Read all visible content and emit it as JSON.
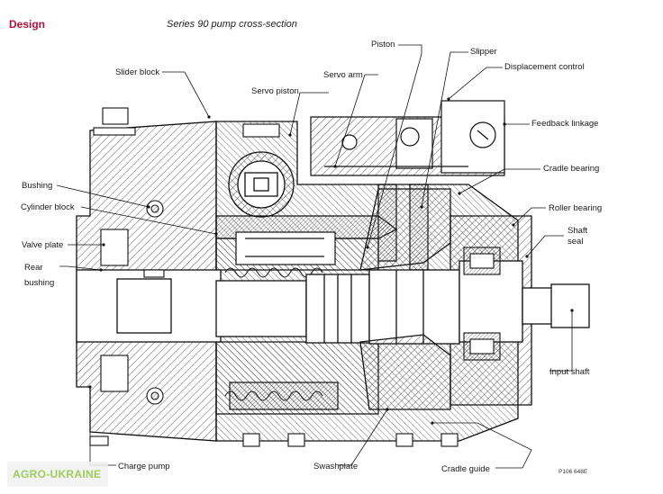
{
  "header": {
    "section": "Design",
    "caption": "Series 90 pump cross-section"
  },
  "labels": {
    "piston": "Piston",
    "slipper": "Slipper",
    "displacement_control": "Displacement control",
    "slider_block": "Slider block",
    "servo_arm": "Servo arm",
    "servo_piston": "Servo piston",
    "feedback_linkage": "Feedback linkage",
    "cradle_bearing": "Cradle bearing",
    "bushing": "Bushing",
    "cylinder_block": "Cylinder block",
    "roller_bearing": "Roller bearing",
    "shaft_seal_line1": "Shaft",
    "shaft_seal_line2": "seal",
    "valve_plate": "Valve plate",
    "rear_bushing_line1": "Rear",
    "rear_bushing_line2": "bushing",
    "input_shaft": "Input shaft",
    "charge_pump": "Charge pump",
    "swashplate": "Swashplate",
    "cradle_guide": "Cradle guide"
  },
  "figure_code": "P106 648E",
  "watermark": "AGRO-UKRAINE"
}
